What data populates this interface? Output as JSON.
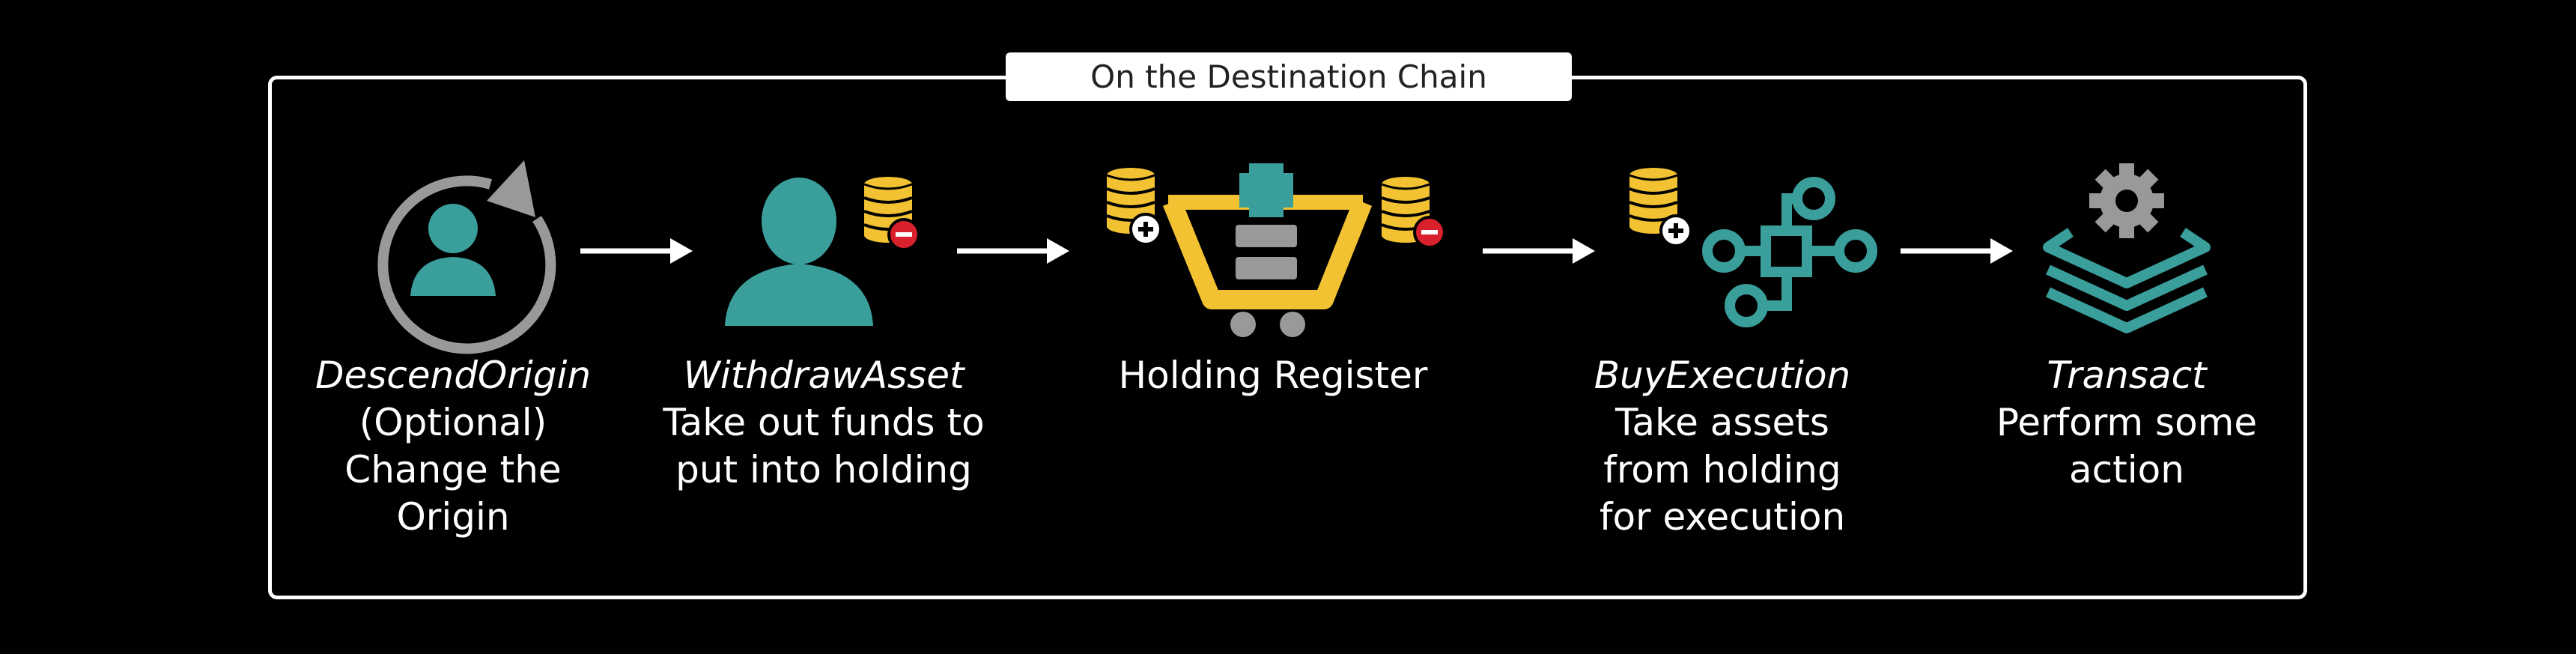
{
  "diagram": {
    "title": "On the Destination Chain",
    "colors": {
      "teal": "#3a9e9b",
      "gold": "#f2c232",
      "gray": "#999999",
      "red": "#d9202d"
    },
    "steps": [
      {
        "name": "DescendOrigin",
        "lines": [
          "(Optional)",
          "Change the",
          "Origin"
        ]
      },
      {
        "name": "WithdrawAsset",
        "lines": [
          "Take out funds to",
          "put into holding"
        ]
      },
      {
        "name": "",
        "lines": [
          "Holding Register"
        ]
      },
      {
        "name": "BuyExecution",
        "lines": [
          "Take assets",
          "from holding",
          "for execution"
        ]
      },
      {
        "name": "Transact",
        "lines": [
          "Perform some",
          "action"
        ]
      }
    ]
  }
}
